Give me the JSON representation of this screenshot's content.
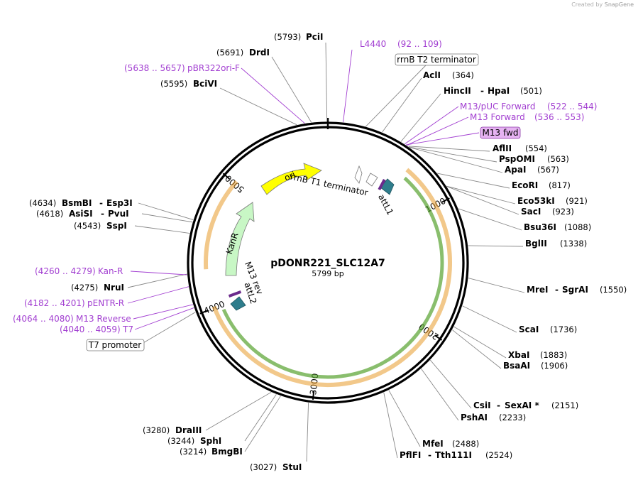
{
  "app": {
    "credit_prefix": "Created by",
    "credit_brand": "SnapGene"
  },
  "plasmid": {
    "name": "pDONR221_SLC12A7",
    "length_label": "5799 bp",
    "length": 5799
  },
  "ticks": [
    {
      "label": "1000",
      "pos": 1000
    },
    {
      "label": "2000",
      "pos": 2000
    },
    {
      "label": "3000",
      "pos": 3000
    },
    {
      "label": "4000",
      "pos": 4000
    },
    {
      "label": "5000",
      "pos": 5000
    }
  ],
  "enzymes": [
    {
      "name": "PciI",
      "pos_label": "(5793)",
      "pos": 5793
    },
    {
      "name": "DrdI",
      "pos_label": "(5691)",
      "pos": 5691
    },
    {
      "name": "BciVI",
      "pos_label": "(5595)",
      "pos": 5595
    },
    {
      "name": "AclI",
      "pos_label": "(364)",
      "pos": 364
    },
    {
      "name": "HincII",
      "name2": "HpaI",
      "pos_label": "(501)",
      "pos": 501
    },
    {
      "name": "AflII",
      "pos_label": "(554)",
      "pos": 554
    },
    {
      "name": "PspOMI",
      "pos_label": "(563)",
      "pos": 563
    },
    {
      "name": "ApaI",
      "pos_label": "(567)",
      "pos": 567
    },
    {
      "name": "EcoRI",
      "pos_label": "(817)",
      "pos": 817
    },
    {
      "name": "Eco53kI",
      "pos_label": "(921)",
      "pos": 921
    },
    {
      "name": "SacI",
      "pos_label": "(923)",
      "pos": 923
    },
    {
      "name": "Bsu36I",
      "pos_label": "(1088)",
      "pos": 1088
    },
    {
      "name": "BglII",
      "pos_label": "(1338)",
      "pos": 1338
    },
    {
      "name": "MreI",
      "name2": "SgrAI",
      "pos_label": "(1550)",
      "pos": 1550
    },
    {
      "name": "ScaI",
      "pos_label": "(1736)",
      "pos": 1736
    },
    {
      "name": "XbaI",
      "pos_label": "(1883)",
      "pos": 1883
    },
    {
      "name": "BsaAI",
      "pos_label": "(1906)",
      "pos": 1906
    },
    {
      "name": "CsiI",
      "name2": "SexAI *",
      "pos_label": "(2151)",
      "pos": 2151
    },
    {
      "name": "PshAI",
      "pos_label": "(2233)",
      "pos": 2233
    },
    {
      "name": "MfeI",
      "pos_label": "(2488)",
      "pos": 2488
    },
    {
      "name": "PflFI",
      "name2": "Tth111I",
      "pos_label": "(2524)",
      "pos": 2524
    },
    {
      "name": "StuI",
      "pos_label": "(3027)",
      "pos": 3027
    },
    {
      "name": "BmgBI",
      "pos_label": "(3214)",
      "pos": 3214
    },
    {
      "name": "SphI",
      "pos_label": "(3244)",
      "pos": 3244
    },
    {
      "name": "DraIII",
      "pos_label": "(3280)",
      "pos": 3280
    },
    {
      "name": "SspI",
      "pos_label": "(4543)",
      "pos": 4543
    },
    {
      "name": "AsiSI",
      "name2": "PvuI",
      "pos_label": "(4618)",
      "pos": 4618
    },
    {
      "name": "BsmBI",
      "name2": "Esp3I",
      "pos_label": "(4634)",
      "pos": 4634
    },
    {
      "name": "NruI",
      "pos_label": "(4275)",
      "pos": 4275
    }
  ],
  "primers": [
    {
      "name": "L4440",
      "range": "(92 .. 109)",
      "start": 92,
      "end": 109
    },
    {
      "name": "M13/pUC Forward",
      "range": "(522 .. 544)",
      "start": 522,
      "end": 544
    },
    {
      "name": "M13 Forward",
      "range": "(536 .. 553)",
      "start": 536,
      "end": 553
    },
    {
      "name": "pBR322ori-F",
      "range": "(5638 .. 5657)",
      "start": 5638,
      "end": 5657
    },
    {
      "name": "Kan-R",
      "range": "(4260 .. 4279)",
      "start": 4260,
      "end": 4279
    },
    {
      "name": "pENTR-R",
      "range": "(4182 .. 4201)",
      "start": 4182,
      "end": 4201
    },
    {
      "name": "M13 Reverse",
      "range": "(4064 .. 4080)",
      "start": 4064,
      "end": 4080
    },
    {
      "name": "T7",
      "range": "(4040 .. 4059)",
      "start": 4040,
      "end": 4059
    }
  ],
  "boxed_labels": {
    "rrnb_t2": "rrnB T2 terminator",
    "m13_fwd": "M13 fwd",
    "t7_promoter": "T7 promoter"
  },
  "features": {
    "ori": "ori",
    "kanr": "KanR",
    "rrnb_t1": "rrnB T1 terminator",
    "attl1": "attL1",
    "attl2": "attL2",
    "m13_rev": "M13 rev"
  },
  "colors": {
    "primer": "#a23fd1",
    "ori": "#ffff00",
    "kanr": "#c8f7c5",
    "att": "#2e7d8c",
    "orange": "#e89a2a",
    "green": "#4a9b1e",
    "m13_fwd_fill": "#e6b3f2"
  }
}
